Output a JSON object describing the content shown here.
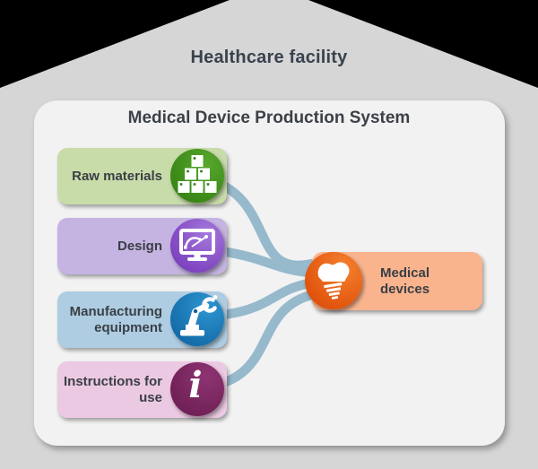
{
  "house": {
    "title": "Healthcare facility",
    "roof_color": "#d6d6d6",
    "outside_color": "#000000"
  },
  "panel": {
    "title": "Medical Device Production System",
    "background": "#f2f2f3"
  },
  "inputs": [
    {
      "label": "Raw materials",
      "icon": "stacked-boxes-icon",
      "box_color": "#c8dcaa",
      "circle_color": "#3e8d1d"
    },
    {
      "label": "Design",
      "icon": "design-monitor-icon",
      "box_color": "#c5b4e1",
      "circle_color": "#8549c6"
    },
    {
      "label": "Manufacturing equipment",
      "icon": "robot-arm-icon",
      "box_color": "#aecde2",
      "circle_color": "#1677b4"
    },
    {
      "label": "Instructions for use",
      "icon": "info-italic-i-icon",
      "icon_glyph": "i",
      "box_color": "#ecc9e2",
      "circle_color": "#7b2a61"
    }
  ],
  "output": {
    "label": "Medical devices",
    "icon": "dental-implant-icon",
    "box_color": "#f9b48e",
    "circle_color": "#e5560a"
  },
  "connectors": {
    "color": "#96b9cc",
    "count": 4
  },
  "text_color": "#3a3f45"
}
